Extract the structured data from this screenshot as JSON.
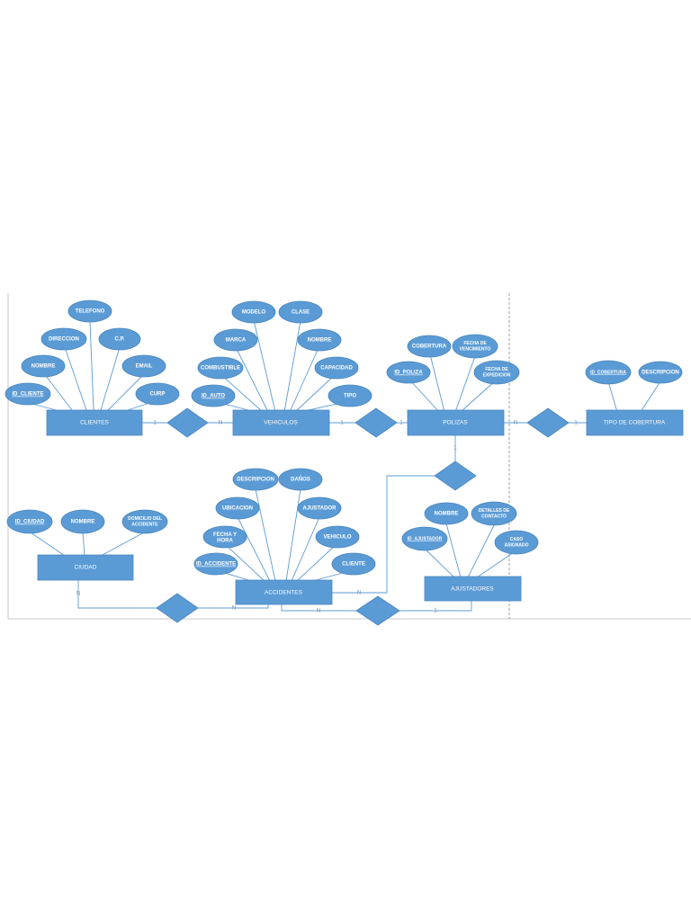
{
  "entities": {
    "clientes": "CLIENTES",
    "vehiculos": "VEHICULOS",
    "polizas": "POLIZAS",
    "tipo_cobertura": "TIPO DE COBERTURA",
    "ciudad": "CIUDAD",
    "accidentes": "ACCIDENTES",
    "ajustadores": "AJUSTADORES"
  },
  "attributes": {
    "clientes": [
      "TELEFONO",
      "DIRECCION",
      "C.P.",
      "NOMBRE",
      "EMAIL",
      "ID_CLIENTE",
      "CURP"
    ],
    "vehiculos": [
      "MODELO",
      "CLASE",
      "MARCA",
      "NOMBRE",
      "COMBUSTIBLE",
      "CAPACIDAD",
      "ID_AUTO",
      "TIPO"
    ],
    "polizas": [
      "COBERTURA",
      "FECHA DE VENCIMIENTO",
      "ID_POLIZA",
      "FECHA DE EXPEDICION"
    ],
    "tipo_cobertura": [
      "ID_COBERTURA",
      "DESCRIPCION"
    ],
    "ciudad": [
      "ID_CIUDAD",
      "NOMBRE",
      "DOMICILIO DEL ACCIDENTE"
    ],
    "accidentes": [
      "DESCRIPCION",
      "DAÑOS",
      "UBICACION",
      "AJUSTADOR",
      "FECHA Y HORA",
      "VEHICULO",
      "ID_ACCIDENTE",
      "CLIENTE"
    ],
    "ajustadores": [
      "NOMBRE",
      "DETALLES DE CONTACTO",
      "ID_AJUSTADOR",
      "CASO ASIGNADO"
    ]
  },
  "cardinalities": {
    "clientes_vehiculos": [
      "1",
      "N"
    ],
    "vehiculos_polizas": [
      "1",
      "1"
    ],
    "polizas_tipo": [
      "N",
      "1"
    ],
    "polizas_accidentes": [
      "1",
      "N"
    ],
    "ciudad_accidentes": [
      "N",
      "N"
    ],
    "accidentes_ajustadores": [
      "N",
      "1"
    ]
  },
  "colors": {
    "shape_fill": "#5b9bd5",
    "shape_stroke": "#4a86bd",
    "text": "#ffffff",
    "frame": "#b9b9b9"
  }
}
